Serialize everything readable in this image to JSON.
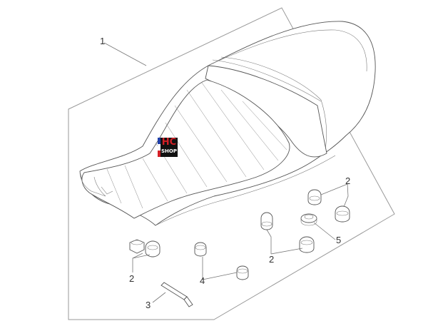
{
  "logo": {
    "line1": "HC",
    "line2": "SHOP"
  },
  "callouts": {
    "seat": "1",
    "rubber_buffer_left": "2",
    "rubber_buffer_middle": "2",
    "rubber_buffer_right": "2",
    "hex_key": "3",
    "spacer": "4",
    "grommet": "5"
  },
  "colors": {
    "line": "#555555",
    "frame": "#9a9a9a",
    "logo_bg": "#111111",
    "logo_red": "#d21f26",
    "logo_blue": "#1f3fa8"
  }
}
